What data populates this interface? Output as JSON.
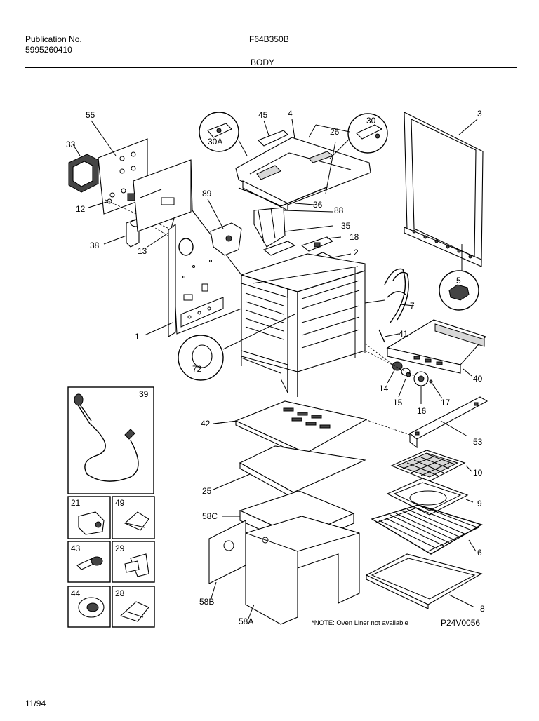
{
  "header": {
    "publication_label": "Publication No.",
    "publication_number": "5995260410",
    "model": "F64B350B",
    "section": "BODY"
  },
  "callouts": {
    "c55": "55",
    "c33": "33",
    "c12": "12",
    "c38": "38",
    "c13": "13",
    "c89": "89",
    "c45": "45",
    "c4": "4",
    "c30A": "30A",
    "c30": "30",
    "c26": "26",
    "c3": "3",
    "c36": "36",
    "c88": "88",
    "c35": "35",
    "c18": "18",
    "c2": "2",
    "c5": "5",
    "c7": "7",
    "c1": "1",
    "c72": "72",
    "c41": "41",
    "c40": "40",
    "c14": "14",
    "c15": "15",
    "c16": "16",
    "c17": "17",
    "c39": "39",
    "c42": "42",
    "c53": "53",
    "c10": "10",
    "c25": "25",
    "c9": "9",
    "c58C": "58C",
    "c6": "6",
    "c21": "21",
    "c49": "49",
    "c43": "43",
    "c29": "29",
    "c44": "44",
    "c28": "28",
    "c58B": "58B",
    "c8": "8",
    "c58A": "58A"
  },
  "note": "*NOTE: Oven Liner not available",
  "drawing_code": "P24V0056",
  "footer_date": "11/94"
}
